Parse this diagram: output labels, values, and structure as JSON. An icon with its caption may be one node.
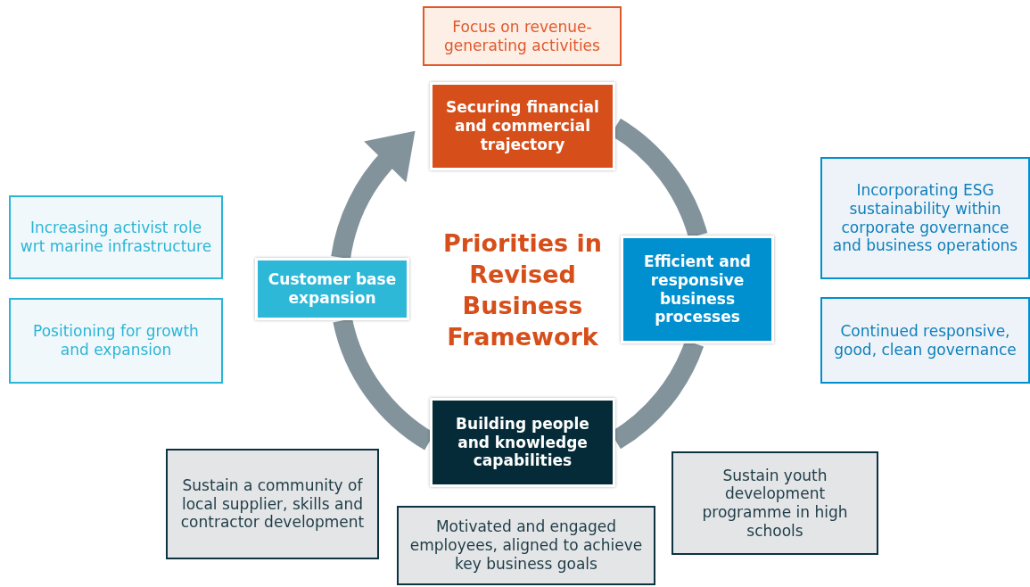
{
  "diagram": {
    "title": "Priorities in Revised Business Framework",
    "nodes": [
      {
        "text": [
          "Focus on revenue-generating activities"
        ]
      },
      {
        "text": [
          "Securing financial and commercial trajectory"
        ]
      },
      {
        "text": [
          "Incorporating ESG sustainability within corporate governance and business operations"
        ]
      },
      {
        "text": [
          "Increasing activist role wrt marine infrastructure"
        ]
      },
      {
        "text": [
          "Customer base expansion"
        ]
      },
      {
        "text": [
          "Efficient and responsive business processes"
        ]
      },
      {
        "text": [
          "Positioning for growth and expansion"
        ]
      },
      {
        "text": [
          "Continued responsive, good, clean governance"
        ]
      },
      {
        "text": [
          "Building people and knowledge capabilities"
        ]
      },
      {
        "text": [
          "Sustain a community of local supplier, skills and contractor development"
        ]
      },
      {
        "text": [
          "Sustain youth development programme in high schools"
        ]
      },
      {
        "text": [
          "Motivated and engaged employees, aligned to achieve key business goals"
        ]
      }
    ],
    "edges": [
      {
        "from": 1,
        "to": 5,
        "arrow": "none"
      },
      {
        "from": 5,
        "to": 8,
        "arrow": "none"
      },
      {
        "from": 8,
        "to": 4,
        "arrow": "none"
      },
      {
        "from": 4,
        "to": 1,
        "arrow": "to"
      }
    ]
  }
}
